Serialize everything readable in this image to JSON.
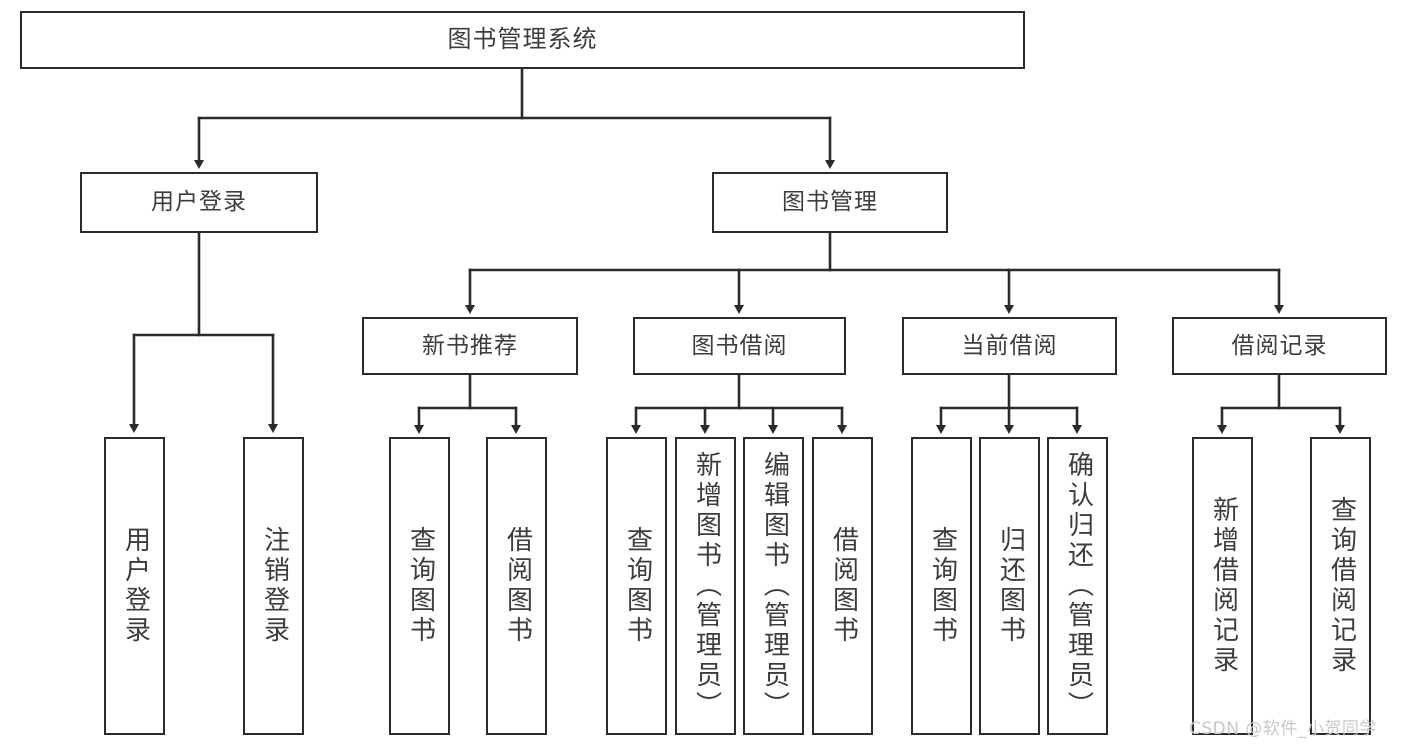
{
  "diagram": {
    "type": "tree-hierarchy",
    "title": "图书管理系统",
    "orientation": "top-down",
    "colors": {
      "stroke": "#2b2b2b",
      "fill": "#ffffff",
      "text": "#3d3d3d",
      "watermark": "#c9c9c9"
    },
    "root": {
      "id": "root",
      "label": "图书管理系统"
    },
    "level1": [
      {
        "id": "user-login",
        "label": "用户登录"
      },
      {
        "id": "book-management",
        "label": "图书管理"
      }
    ],
    "level2": [
      {
        "id": "new-book-recommend",
        "label": "新书推荐",
        "parent": "book-management"
      },
      {
        "id": "book-borrow",
        "label": "图书借阅",
        "parent": "book-management"
      },
      {
        "id": "current-borrow",
        "label": "当前借阅",
        "parent": "book-management"
      },
      {
        "id": "borrow-record",
        "label": "借阅记录",
        "parent": "book-management"
      }
    ],
    "leaves": {
      "user-login": [
        {
          "id": "leaf-user-login",
          "label": "用户登录"
        },
        {
          "id": "leaf-user-logout",
          "label": "注销登录"
        }
      ],
      "new-book-recommend": [
        {
          "id": "leaf-query-book-1",
          "label": "查询图书"
        },
        {
          "id": "leaf-borrow-book-1",
          "label": "借阅图书"
        }
      ],
      "book-borrow": [
        {
          "id": "leaf-query-book-2",
          "label": "查询图书"
        },
        {
          "id": "leaf-add-book",
          "label": "新增图书（管理员）"
        },
        {
          "id": "leaf-edit-book",
          "label": "编辑图书（管理员）"
        },
        {
          "id": "leaf-borrow-book-2",
          "label": "借阅图书"
        }
      ],
      "current-borrow": [
        {
          "id": "leaf-query-book-3",
          "label": "查询图书"
        },
        {
          "id": "leaf-return-book",
          "label": "归还图书"
        },
        {
          "id": "leaf-confirm-return",
          "label": "确认归还（管理员）"
        }
      ],
      "borrow-record": [
        {
          "id": "leaf-add-record",
          "label": "新增借阅记录"
        },
        {
          "id": "leaf-query-record",
          "label": "查询借阅记录"
        }
      ]
    }
  },
  "watermark": {
    "text": "CSDN @软件_小贺同学"
  }
}
